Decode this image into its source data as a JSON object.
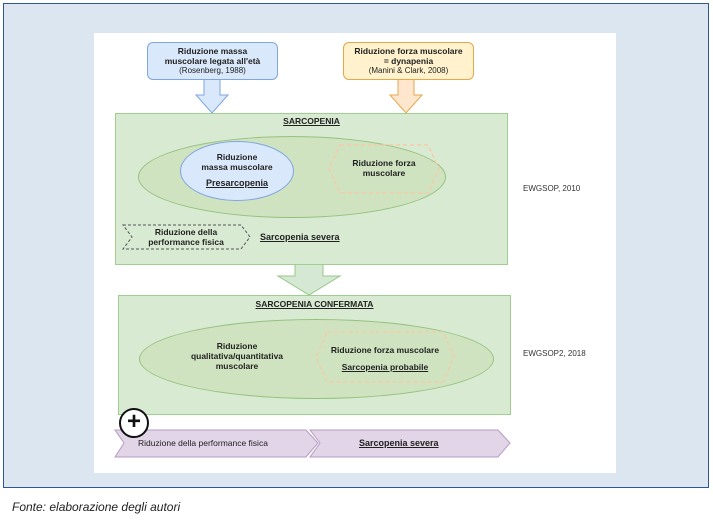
{
  "top_left_box": {
    "line1": "Riduzione massa",
    "line2": "muscolare legata all'età",
    "ref": "(Rosenberg, 1988)"
  },
  "top_right_box": {
    "line1": "Riduzione forza muscolare",
    "line2": "= dynapenia",
    "ref": "(Manini & Clark, 2008)"
  },
  "panel_1": {
    "title": "SARCOPENIA",
    "circle_line1": "Riduzione",
    "circle_line2": "massa muscolare",
    "circle_label": "Presarcopenia",
    "hexagon_line1": "Riduzione forza",
    "hexagon_line2": "muscolare",
    "performance_line1": "Riduzione della",
    "performance_line2": "performance fisica",
    "severe_label": "Sarcopenia severa",
    "side_label": "EWGSOP, 2010"
  },
  "panel_2": {
    "title": "SARCOPENIA CONFERMATA",
    "left_line1": "Riduzione",
    "left_line2": "qualitativa/quantitativa",
    "left_line3": "muscolare",
    "hexagon_line1": "Riduzione forza muscolare",
    "probable_label": "Sarcopenia probabile",
    "side_label": "EWGSOP2, 2018"
  },
  "bottom_bar": {
    "left_label": "Riduzione della performance fisica",
    "right_label": "Sarcopenia severa"
  },
  "plus_symbol": "+",
  "caption": "Fonte: elaborazione degli autori",
  "colors": {
    "frame_border": "#2f5597",
    "frame_fill": "#dce6f1",
    "green_panel": "#d9ead3",
    "blue_box": "#dae8fc",
    "orange_box": "#fff2cc",
    "purple_bar": "#e1d5e7"
  }
}
